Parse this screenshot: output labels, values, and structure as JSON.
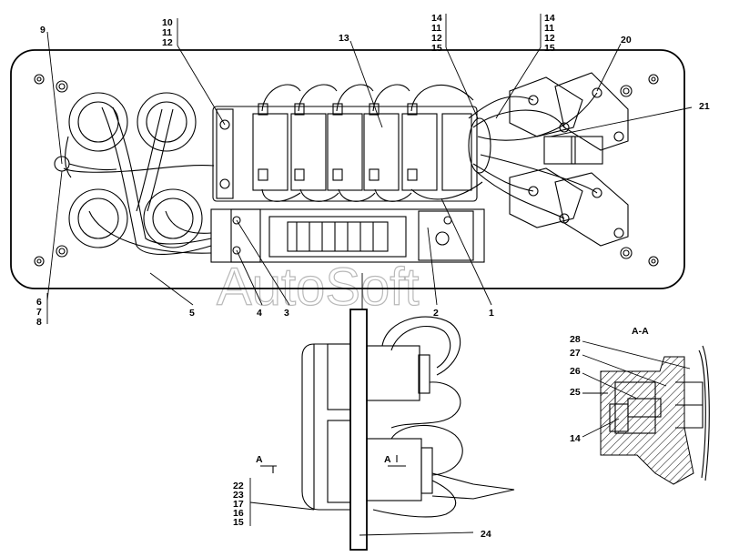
{
  "watermark": "AutoSoft",
  "section": {
    "title": "A-A",
    "marker": "A"
  },
  "callouts": {
    "c1": "1",
    "c2": "2",
    "c3": "3",
    "c4": "4",
    "c5": "5",
    "c9": "9",
    "c13": "13",
    "c14": "14",
    "c20": "20",
    "c21": "21",
    "c24": "24",
    "c25": "25",
    "c26": "26",
    "c27": "27",
    "c28": "28",
    "stack_6_7_8": [
      "6",
      "7",
      "8"
    ],
    "stack_10_11_12": [
      "10",
      "11",
      "12"
    ],
    "stack_14_11_12_15_a": [
      "14",
      "11",
      "12",
      "15"
    ],
    "stack_14_11_12_15_b": [
      "14",
      "11",
      "12",
      "15"
    ],
    "stack_22_23_17_16_15": [
      "22",
      "23",
      "17",
      "16",
      "15"
    ]
  }
}
